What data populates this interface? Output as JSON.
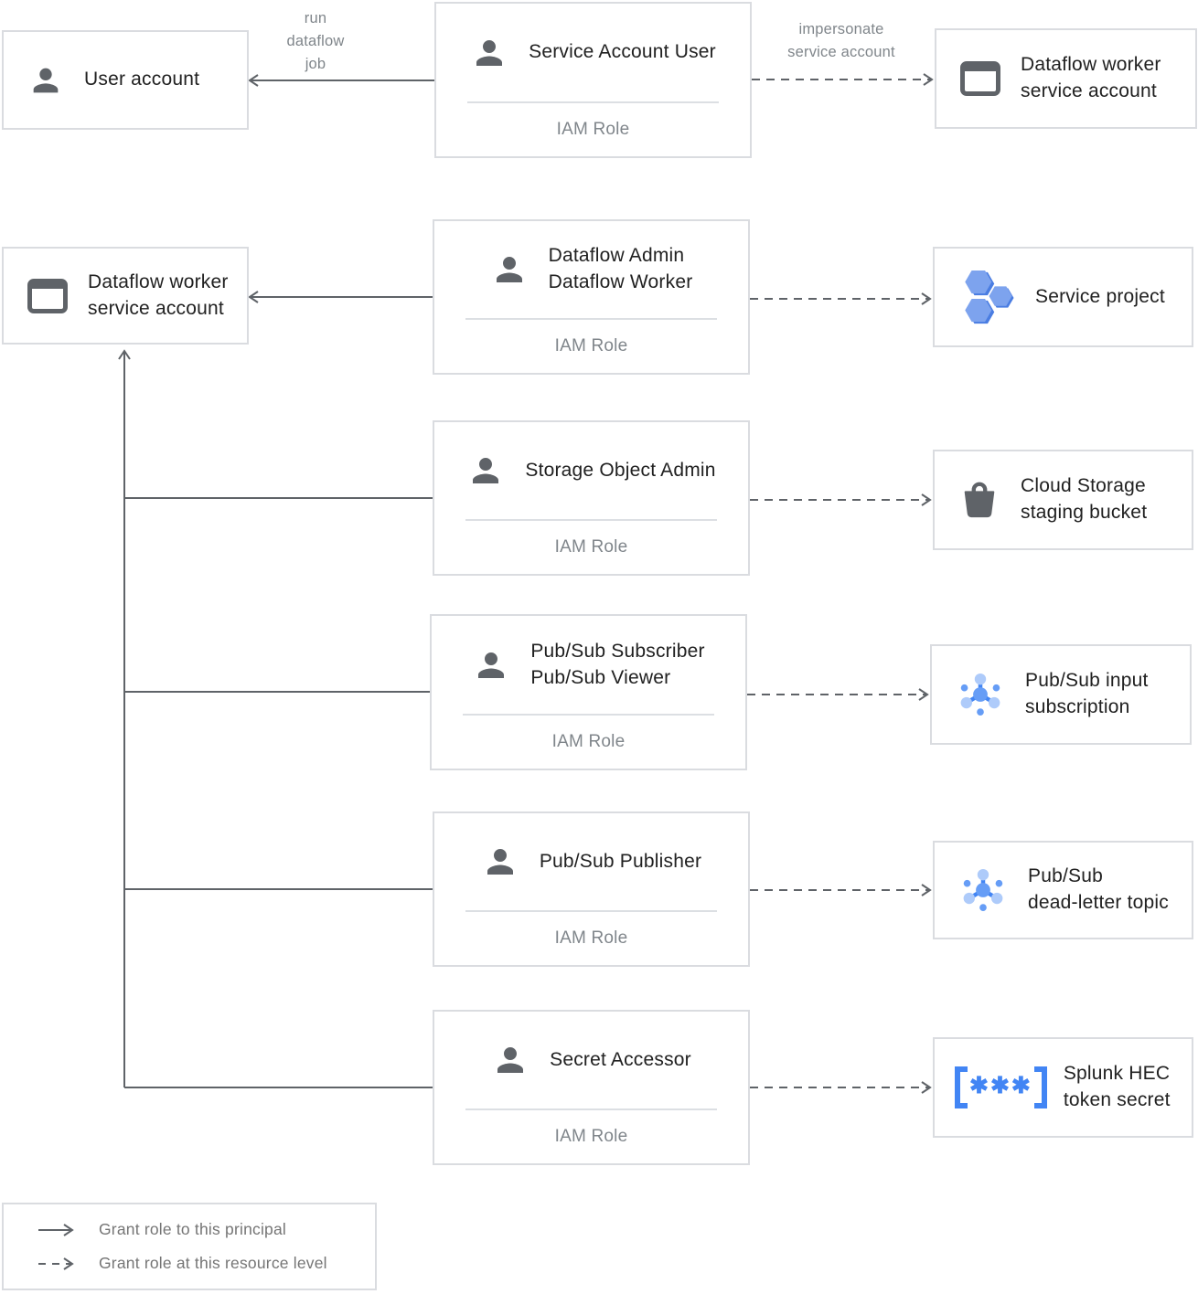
{
  "nodes": {
    "user_account": "User account",
    "dataflow_worker_service_account_top": "Dataflow worker\nservice account",
    "dataflow_worker_service_account_left": "Dataflow worker\nservice account",
    "service_project": "Service project",
    "cloud_storage_staging_bucket": "Cloud Storage\nstaging bucket",
    "pubsub_input_subscription": "Pub/Sub input\nsubscription",
    "pubsub_dead_letter_topic": "Pub/Sub\ndead-letter topic",
    "splunk_hec_token_secret": "Splunk HEC\ntoken secret"
  },
  "iam_roles": [
    {
      "title": "Service Account User",
      "footer": "IAM Role"
    },
    {
      "title": "Dataflow Admin\nDataflow Worker",
      "footer": "IAM Role"
    },
    {
      "title": "Storage Object Admin",
      "footer": "IAM Role"
    },
    {
      "title": "Pub/Sub Subscriber\nPub/Sub Viewer",
      "footer": "IAM Role"
    },
    {
      "title": "Pub/Sub Publisher",
      "footer": "IAM Role"
    },
    {
      "title": "Secret Accessor",
      "footer": "IAM Role"
    }
  ],
  "edge_labels": {
    "run_dataflow_job": "run\ndataflow\njob",
    "impersonate_service_account": "impersonate\nservice account"
  },
  "legend": {
    "solid": "Grant role to this principal",
    "dashed": "Grant role at this resource level"
  },
  "icons": {
    "person": "person-icon",
    "service_account": "service-account-card-icon",
    "project": "project-hexagons-icon",
    "bucket": "storage-bucket-icon",
    "pubsub": "pubsub-icon",
    "secret": "secret-brackets-icon",
    "secret_glyph": "✱✱✱"
  },
  "colors": {
    "box_border": "#dadce0",
    "connector_line": "#5f6368",
    "text": "#212121",
    "muted_text": "#80868b",
    "icon_gray": "#5f6368",
    "blue": "#4285f4",
    "blue_mid": "#669df6",
    "blue_light": "#aecbfa"
  }
}
